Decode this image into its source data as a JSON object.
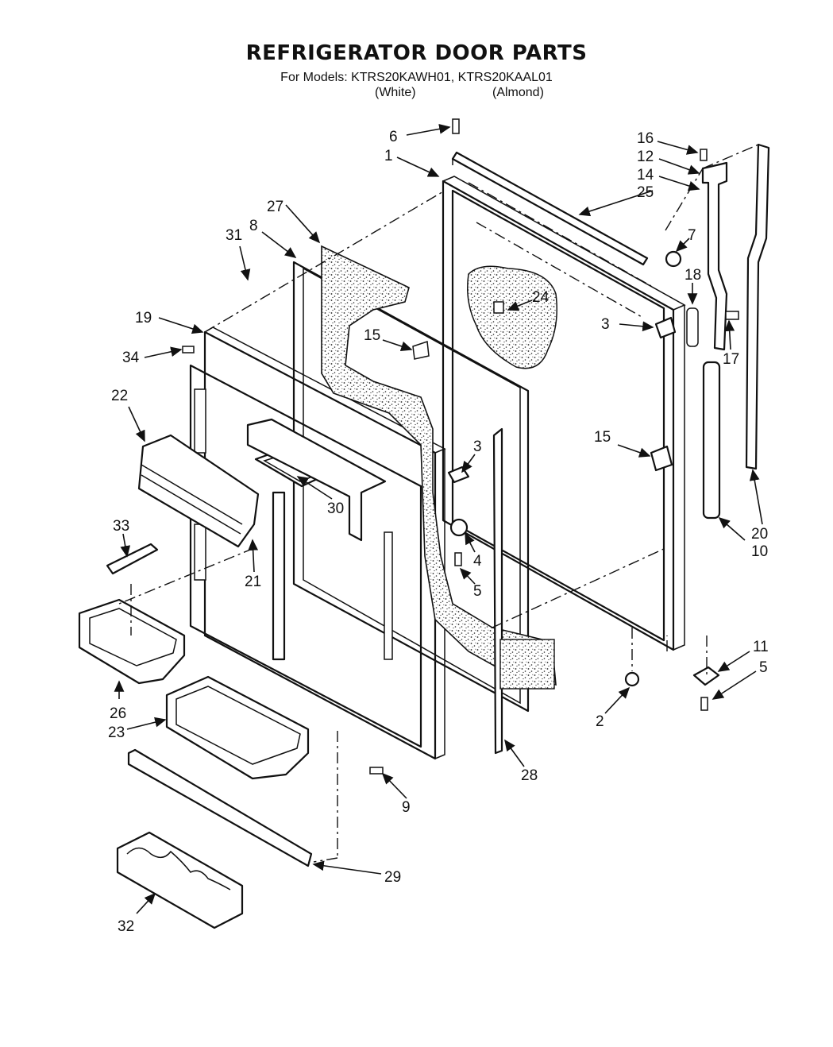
{
  "header": {
    "title": "REFRIGERATOR DOOR PARTS",
    "models_line": "For Models: KTRS20KAWH01, KTRS20KAAL01",
    "variant_white": "(White)",
    "variant_almond": "(Almond)"
  },
  "callouts": {
    "c1": "1",
    "c2": "2",
    "c3a": "3",
    "c3b": "3",
    "c4": "4",
    "c5a": "5",
    "c5b": "5",
    "c6": "6",
    "c7": "7",
    "c8": "8",
    "c9": "9",
    "c10": "10",
    "c11": "11",
    "c12": "12",
    "c14": "14",
    "c15a": "15",
    "c15b": "15",
    "c16": "16",
    "c17": "17",
    "c18": "18",
    "c19": "19",
    "c20": "20",
    "c21": "21",
    "c22": "22",
    "c23": "23",
    "c24": "24",
    "c25": "25",
    "c26": "26",
    "c27": "27",
    "c28": "28",
    "c29": "29",
    "c30": "30",
    "c31": "31",
    "c32": "32",
    "c33": "33",
    "c34": "34"
  }
}
